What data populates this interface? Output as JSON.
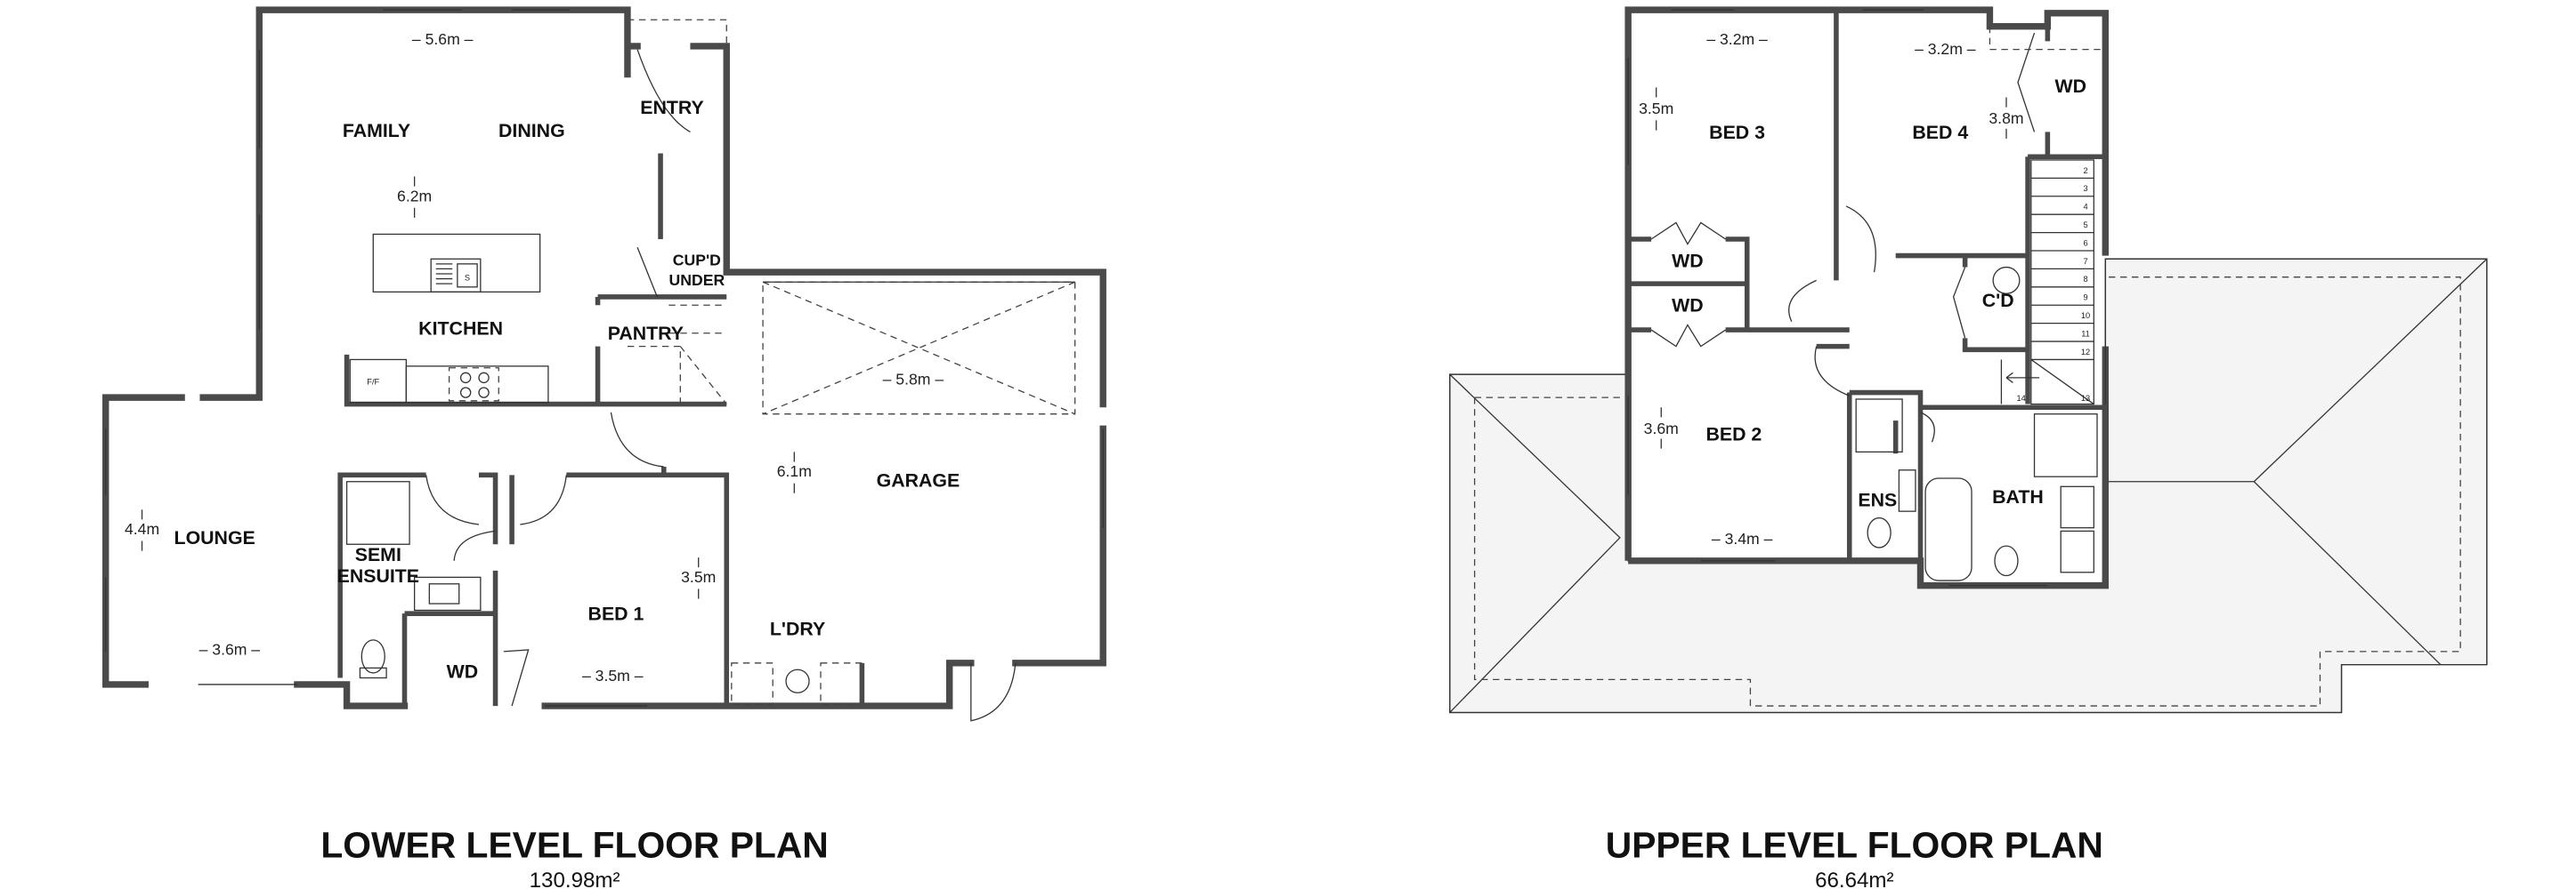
{
  "lower": {
    "title": "LOWER LEVEL FLOOR PLAN",
    "area": "130.98m²",
    "rooms": {
      "family": "FAMILY",
      "dining": "DINING",
      "entry": "ENTRY",
      "cupd_1": "CUP'D",
      "cupd_2": "UNDER",
      "kitchen": "KITCHEN",
      "pantry": "PANTRY",
      "garage": "GARAGE",
      "lounge": "LOUNGE",
      "semi_1": "SEMI",
      "semi_2": "ENSUITE",
      "bed1": "BED 1",
      "wd": "WD",
      "laundry": "L'DRY",
      "fridge": "F/F",
      "sink": "S"
    },
    "dims": {
      "family_w": "– 5.6m –",
      "family_h": "6.2m",
      "garage_w": "– 5.8m –",
      "garage_h": "6.1m",
      "lounge_h": "4.4m",
      "lounge_w": "– 3.6m –",
      "bed1_h": "3.5m",
      "bed1_w": "– 3.5m –"
    }
  },
  "upper": {
    "title": "UPPER LEVEL FLOOR PLAN",
    "area": "66.64m²",
    "rooms": {
      "bed3": "BED 3",
      "bed4": "BED 4",
      "wd_bed4": "WD",
      "wd_a": "WD",
      "wd_b": "WD",
      "cd": "C'D",
      "bed2": "BED 2",
      "ens": "ENS",
      "bath": "BATH"
    },
    "dims": {
      "bed3_w": "– 3.2m –",
      "bed3_h": "3.5m",
      "bed4_w": "– 3.2m –",
      "bed4_h": "3.8m",
      "bed2_h": "3.6m",
      "bed2_w": "– 3.4m –"
    },
    "stairs": [
      "2",
      "3",
      "4",
      "5",
      "6",
      "7",
      "8",
      "9",
      "10",
      "11",
      "12",
      "13",
      "14"
    ]
  }
}
